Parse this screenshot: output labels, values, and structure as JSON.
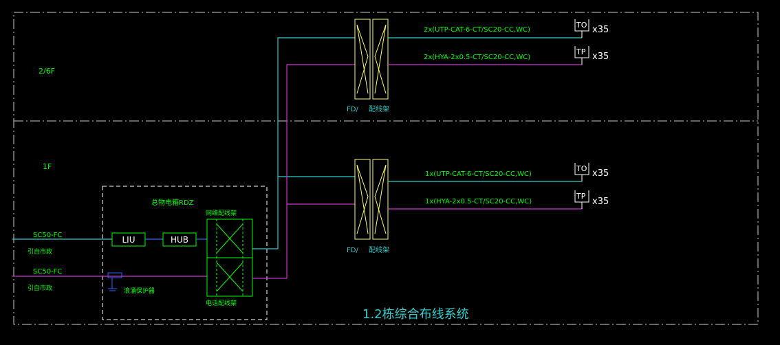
{
  "floors": {
    "upper": "2/6F",
    "lower": "1F"
  },
  "rdz_label": "总物电箱RDZ",
  "liu_label": "LIU",
  "hub_label": "HUB",
  "net_frame_label": "网络配线架",
  "tel_frame_label": "电话配线架",
  "surge_label": "浪涌保护器",
  "incoming": [
    {
      "cable": "SC50-FC",
      "source": "引自市政"
    },
    {
      "cable": "SC50-FC",
      "source": "引自市政"
    }
  ],
  "fd_upper": {
    "fd": "FD/",
    "frame": "配线架"
  },
  "fd_lower": {
    "fd": "FD/",
    "frame": "配线架"
  },
  "upper_runs": [
    {
      "cable": "2x(UTP-CAT-6-CT/SC20-CC,WC)",
      "outlet": "TO",
      "qty": "x35"
    },
    {
      "cable": "2x(HYA-2x0.5-CT/SC20-CC,WC)",
      "outlet": "TP",
      "qty": "x35"
    }
  ],
  "lower_runs": [
    {
      "cable": "1x(UTP-CAT-6-CT/SC20-CC,WC)",
      "outlet": "TO",
      "qty": "x35"
    },
    {
      "cable": "1x(HYA-2x0.5-CT/SC20-CC,WC)",
      "outlet": "TP",
      "qty": "x35"
    }
  ],
  "title": "1.2栋综合布线系统",
  "colors": {
    "background": "#000000",
    "frame": "#cccccc",
    "green": "#00ff00",
    "cyan": "#33cccc",
    "magenta": "#cc33cc",
    "yellow": "#ffff66",
    "white": "#ffffff",
    "blue": "#3366ff"
  }
}
